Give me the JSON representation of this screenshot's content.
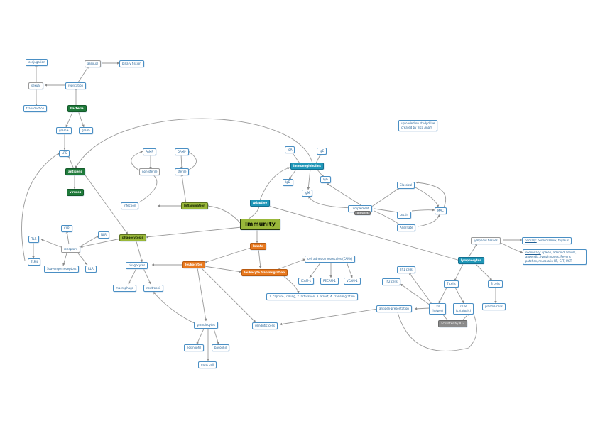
{
  "root": "Immunity",
  "nodes": {
    "conjugation": "conjugation",
    "asexual": "asexual",
    "binary_fission": "binary fission",
    "sexual": "sexual",
    "replication": "replication",
    "transduction": "transduction",
    "bacteria": "bacteria",
    "gram_pos": "gram+",
    "gram_neg": "gram-",
    "lps": "LPS",
    "antigens": "antigens",
    "viruses": "viruses",
    "pamp": "PAMP",
    "damp": "DAMP",
    "non_sterile": "non-sterile",
    "sterile": "sterile",
    "infection": "infection",
    "inflammation": "Inflammation",
    "iga": "IgA",
    "ige": "IgE",
    "immunoglobulins": "Immunoglobulins",
    "igd": "IgD",
    "igm": "IgM",
    "igg": "IgG",
    "adaptive": "Adaptive",
    "classical": "Classical",
    "complement": "Complement",
    "activates_complement": "activates",
    "lectin": "Lectin",
    "mac": "MAC",
    "alternate": "Alternate",
    "uploaded": "uploaded on studydrive\ncreated by Vico Anam",
    "clr": "CLR",
    "tlr": "TLR",
    "nlr": "NLR",
    "receptors": "receptors",
    "tlr4": "TLR4",
    "scavenger": "Scavenger receptors",
    "rlr": "RLR",
    "phagocytosis": "phagocytosis",
    "innate": "Innate",
    "phagocytes": "phagocytes",
    "macrophage": "macrophage",
    "neutrophil": "neutrophil",
    "leukocytes": "leukocytes",
    "leukocyte_trans": "leukocyte transmigration",
    "cam": "cell adhesion molecules (CAMs)",
    "icam": "ICAM-1",
    "pecam": "PECAM-1",
    "vcam": "VCAM-1",
    "trans_steps": "1. capture / rolling, 2. activation, 3. arrest, 4. transmigration",
    "granulocytes": "granulocytes",
    "eosinophil": "eosinophil",
    "basophil": "basophil",
    "mast_cell": "mast cell",
    "dendritic": "dendritic cells",
    "antigen_pres": "antigen-presentation",
    "lymphoid_tissues": "lymphoid tissues",
    "primary_label": "primary:",
    "primary_text": " bone marrow, thymus",
    "secondary_label": "secondary:",
    "secondary_text": " spleen, adenoid, tonsils, appendix, lymph nodes, Peyer's patches, mucosa in RT, GIT, UGT",
    "lymphocytes": "lymphocytes",
    "th1": "Th1 cells",
    "th2": "Th2 cells",
    "t_cells": "T cells",
    "b_cells": "B cells",
    "cd4": "CD4\n(helper)",
    "cd8": "CD8\n(cytotoxic)",
    "plasma": "plasma cells",
    "activates_by": "activates by IL-2"
  }
}
